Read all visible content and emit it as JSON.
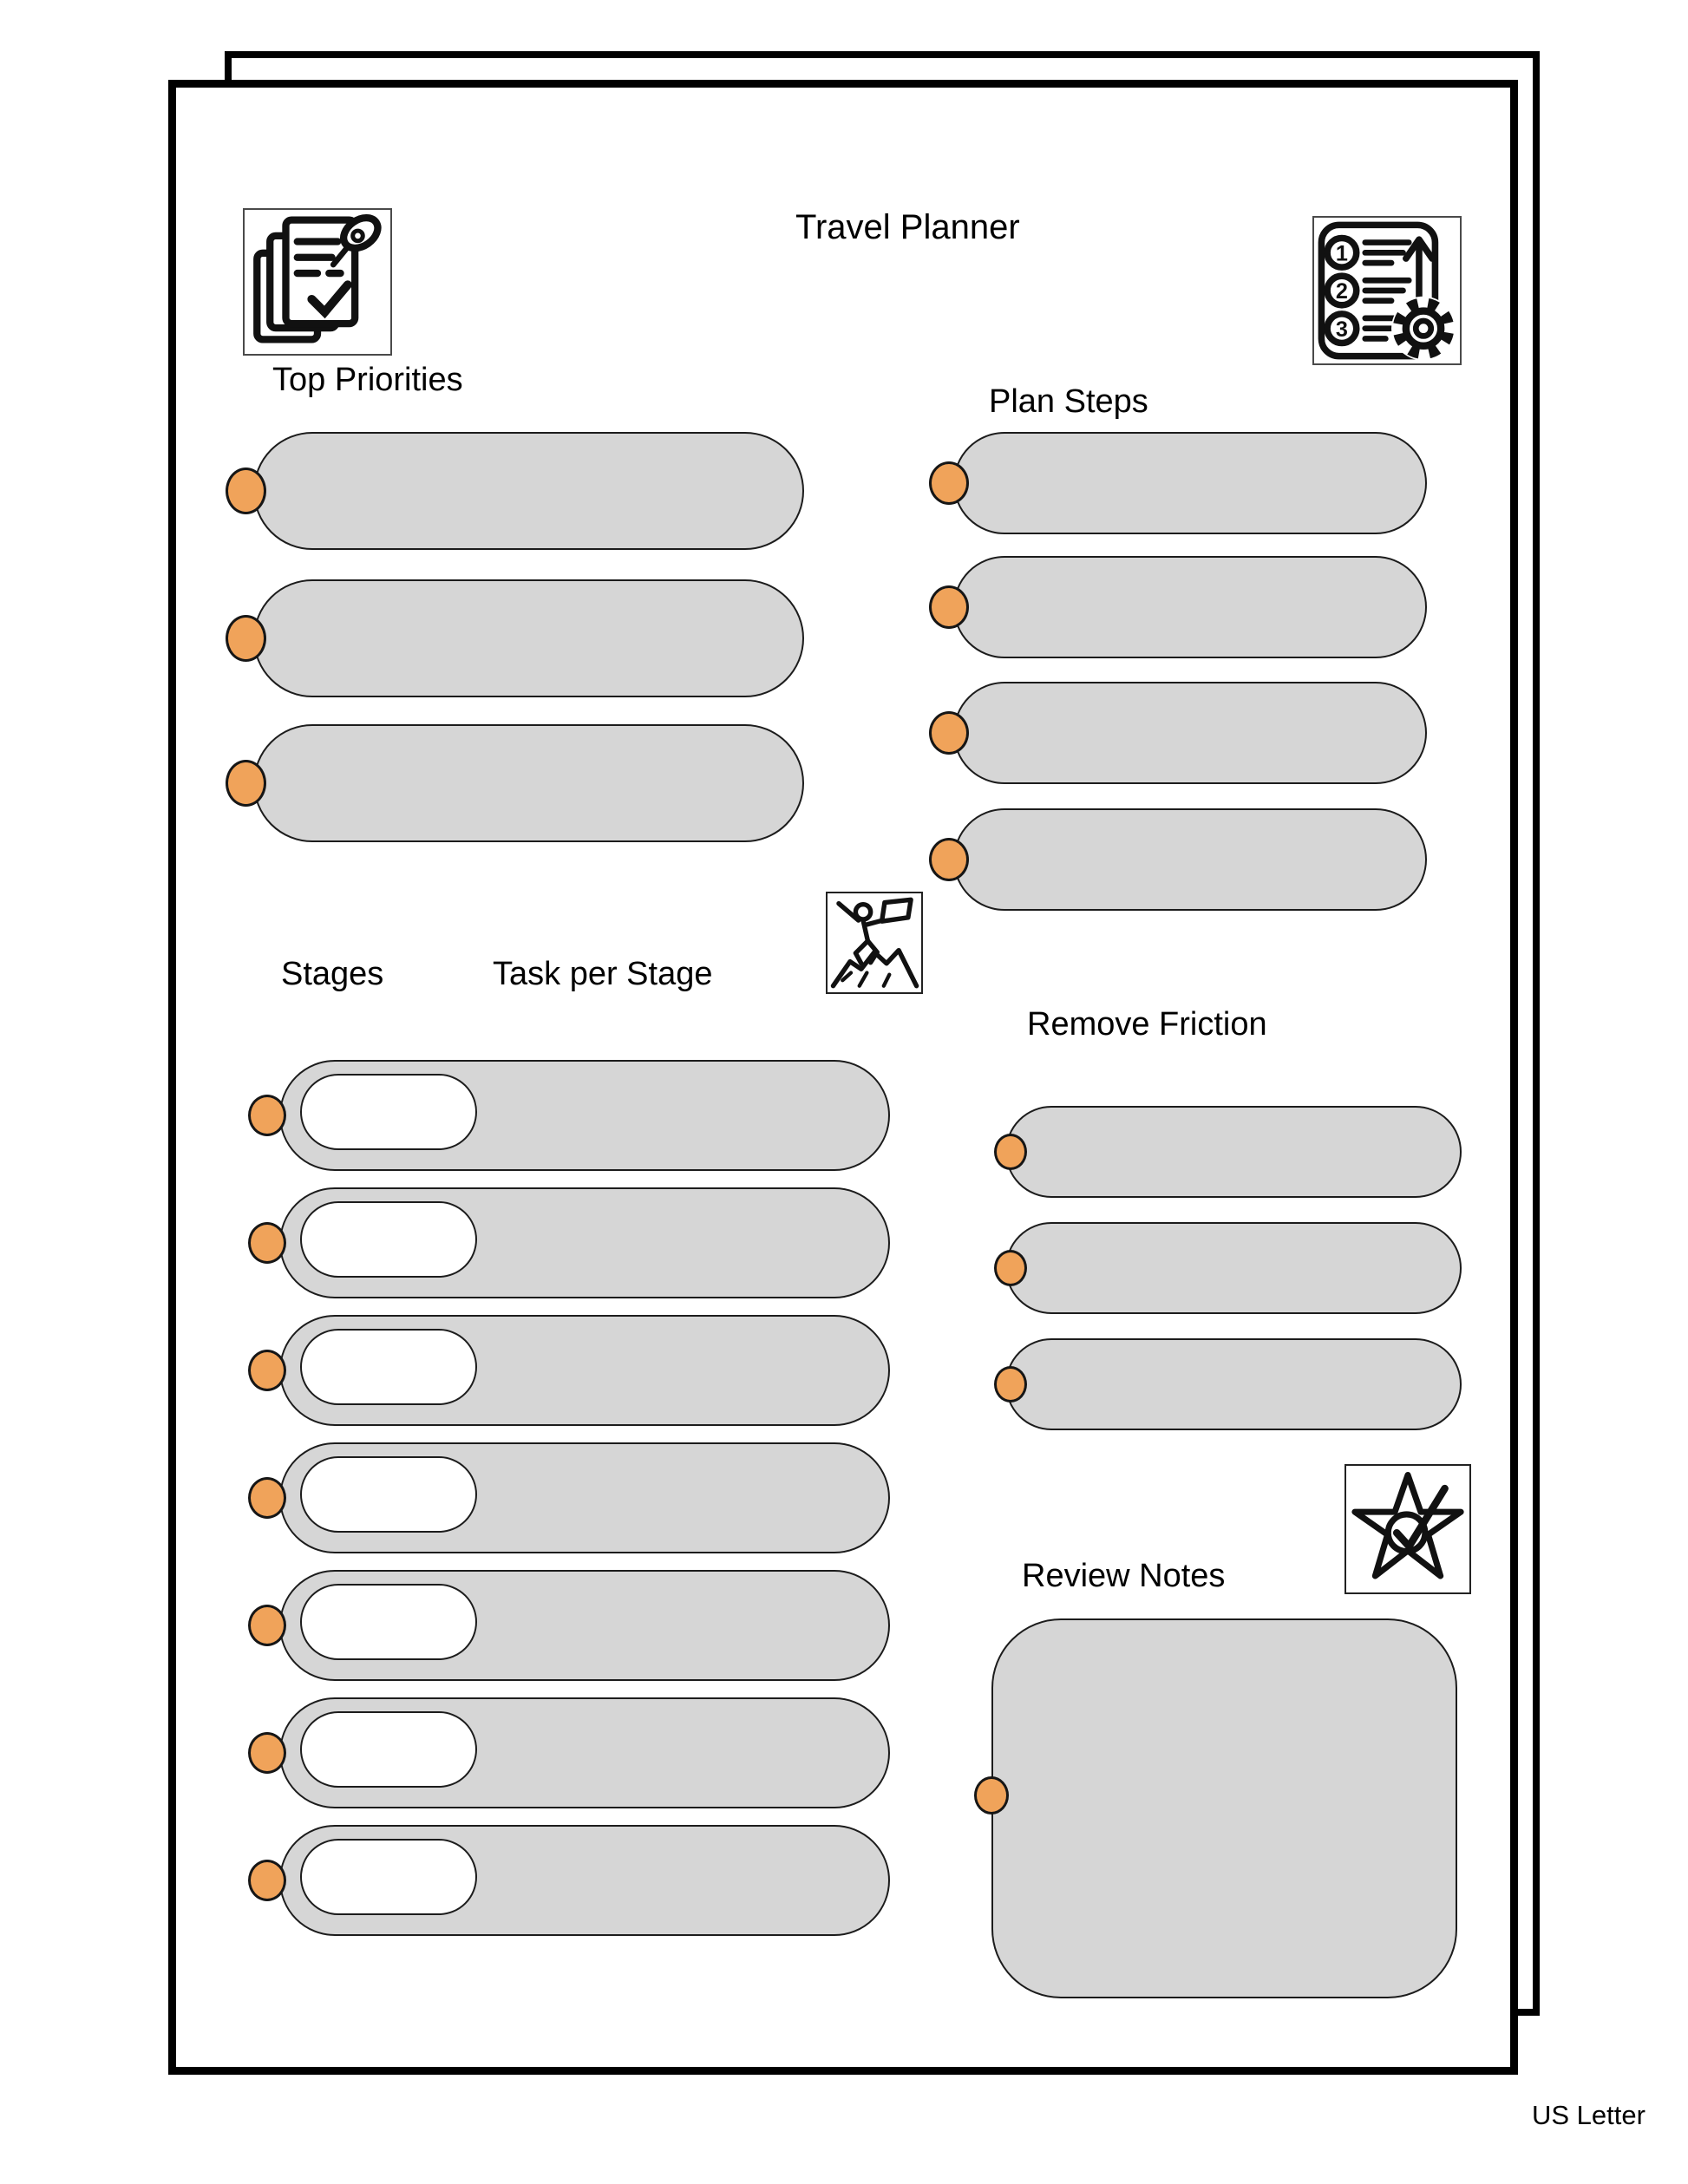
{
  "page": {
    "title": "Travel Planner",
    "size_label": "US Letter"
  },
  "colors": {
    "field_fill": "#d6d6d6",
    "field_border": "#1c1c1c",
    "marker_fill": "#f0a35a",
    "marker_border": "#161616",
    "page_border": "#000000",
    "text": "#000000"
  },
  "icons": {
    "top_left": "pinned-notes-icon",
    "top_right": "numbered-steps-gear-icon",
    "stages": "mountain-climber-flag-icon",
    "review": "star-check-icon"
  },
  "sections": {
    "top_priorities": {
      "heading": "Top Priorities",
      "slots": 3
    },
    "plan_steps": {
      "heading": "Plan Steps",
      "slots": 4
    },
    "stages": {
      "heading_left": "Stages",
      "heading_right": "Task per Stage",
      "rows": 7
    },
    "remove_friction": {
      "heading": "Remove Friction",
      "slots": 3
    },
    "review_notes": {
      "heading": "Review Notes",
      "slots": 1
    }
  }
}
